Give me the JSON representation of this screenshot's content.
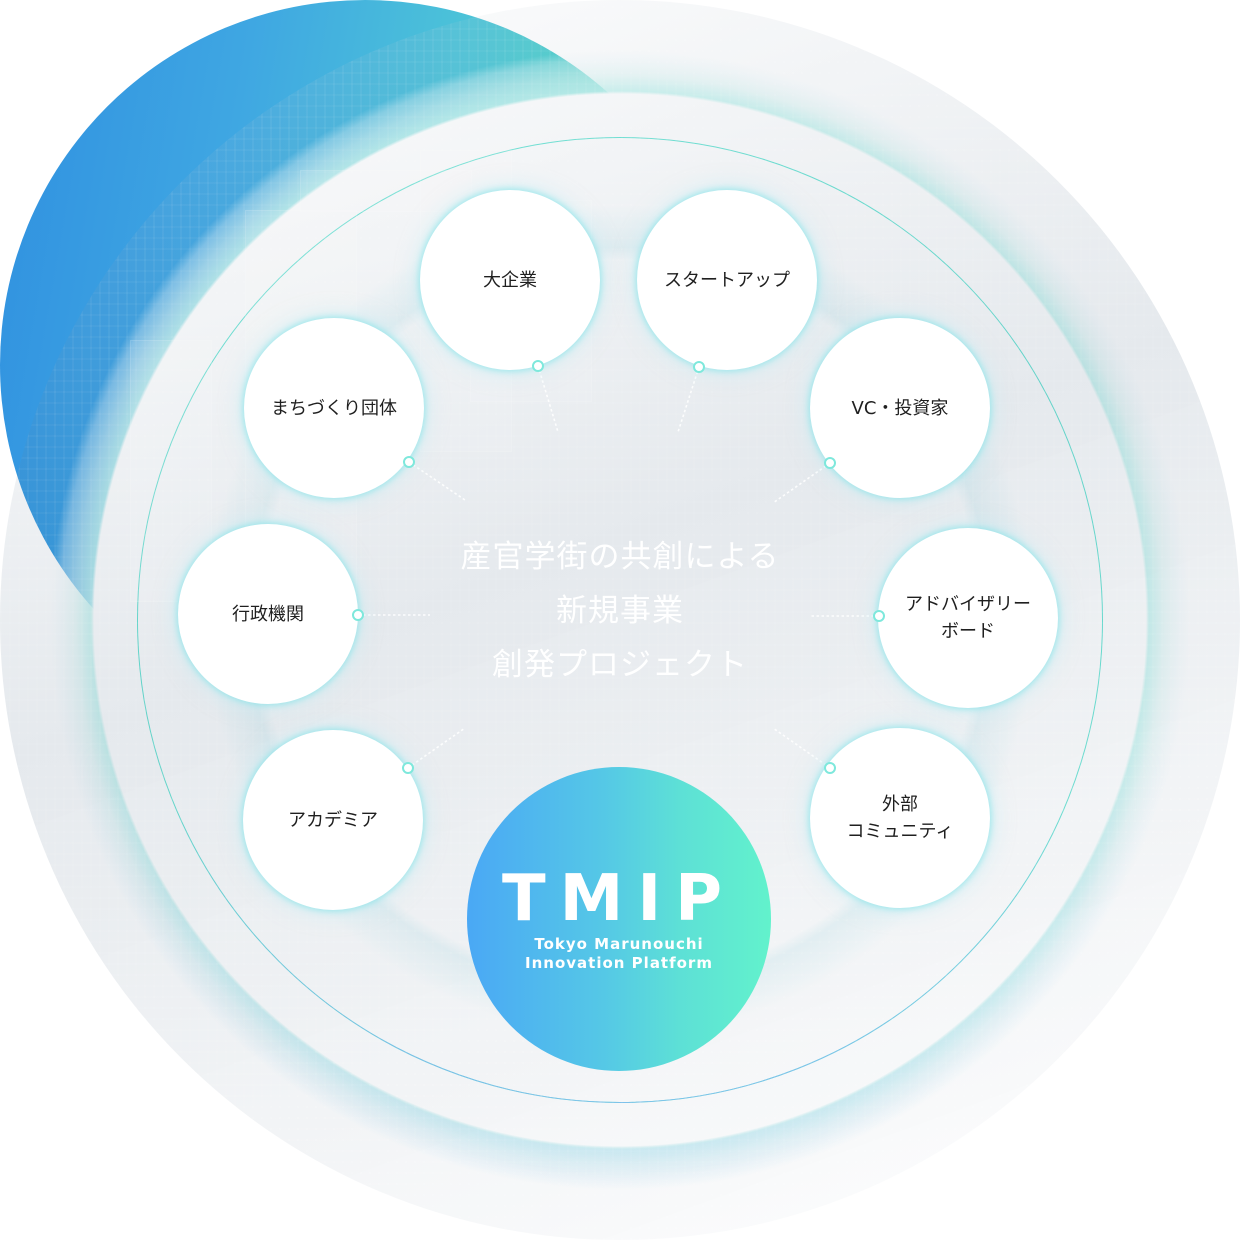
{
  "center_title": {
    "lines": [
      "産官学街の共創による",
      "新規事業",
      "創発プロジェクト"
    ]
  },
  "hub": {
    "logo_text": "TMIP",
    "subtitle_line1": "Tokyo Marunouchi",
    "subtitle_line2": "Innovation Platform"
  },
  "nodes": [
    {
      "id": "large-enterprise",
      "label": "大企業"
    },
    {
      "id": "startup",
      "label": "スタートアップ"
    },
    {
      "id": "vc-investor",
      "label": "VC・投資家"
    },
    {
      "id": "advisory-board",
      "label": "アドバイザリー\nボード"
    },
    {
      "id": "external-community",
      "label": "外部\nコミュニティ"
    },
    {
      "id": "academia",
      "label": "アカデミア"
    },
    {
      "id": "government",
      "label": "行政機関"
    },
    {
      "id": "town-development",
      "label": "まちづくり団体"
    }
  ],
  "colors": {
    "disc_left": "#2f8fe0",
    "disc_right": "#55e6bd",
    "hub_left": "#4aa8f5",
    "hub_right": "#62f2cc",
    "ring_line": "#6de6d6",
    "node_text": "#1f1f1f"
  }
}
